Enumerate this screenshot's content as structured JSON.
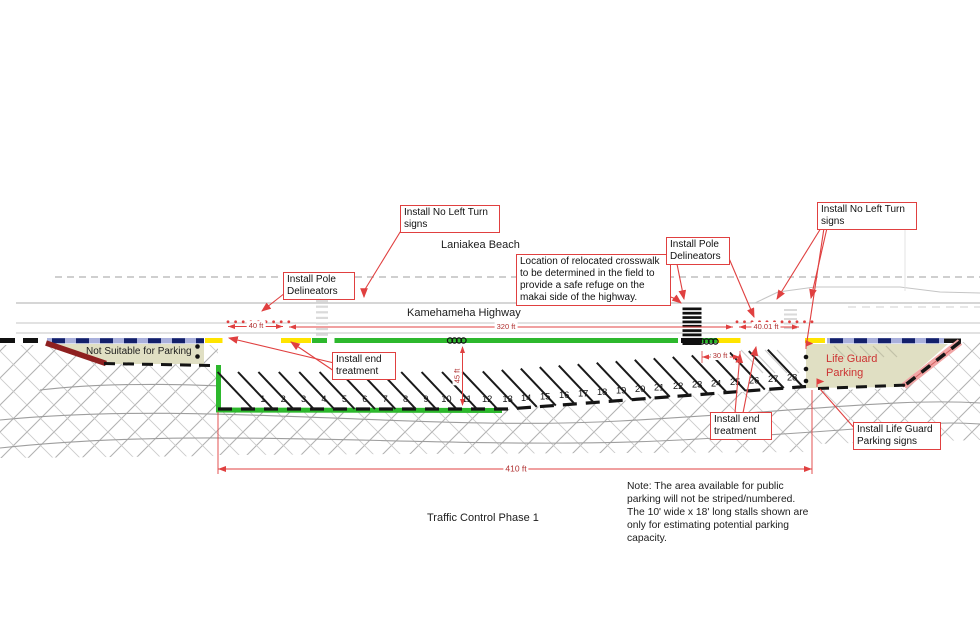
{
  "labels": {
    "beach": "Laniakea Beach",
    "highway": "Kamehameha Highway",
    "not_suitable_parking": "Not Suitable for Parking",
    "life_guard_parking": "Life Guard Parking",
    "phase_title": "Traffic Control Phase 1"
  },
  "annotations": {
    "no_left_turn_left": "Install No Left Turn signs",
    "pole_delineators_left": "Install Pole Delineators",
    "crosswalk_location": "Location of relocated crosswalk to be determined in the field to provide a safe refuge on the makai side of the highway.",
    "pole_delineators_right": "Install Pole Delineators",
    "no_left_turn_right": "Install No Left Turn signs",
    "end_treatment_left": "Install end treatment",
    "end_treatment_right": "Install end treatment",
    "life_guard_signs": "Install Life Guard Parking signs"
  },
  "dimensions": {
    "approach_left": "40 ft",
    "parking_zone": "320 ft",
    "approach_right": "40.01 ft",
    "crosswalk_offset": "30 ft",
    "parking_depth": "45 ft",
    "total_length": "410 ft"
  },
  "note": "Note: The area available for public parking will not be striped/numbered. The 10' wide x 18' long stalls shown are only for estimating potential parking capacity.",
  "stalls": {
    "numbers": [
      1,
      2,
      3,
      4,
      5,
      6,
      7,
      8,
      9,
      10,
      11,
      12,
      13,
      14,
      15,
      16,
      17,
      18,
      19,
      20,
      21,
      22,
      23,
      24,
      25,
      26,
      27,
      28
    ]
  },
  "colors": {
    "annotation_red": "#e04040",
    "marking_green": "#2db82d",
    "marking_yellow": "#ffe400",
    "band_blue": "#a9b0dc",
    "band_navy": "#13206b",
    "zone_tan": "#e0dfc3",
    "barrier_dark_red": "#8e2020",
    "barrier_pink": "#f2a6a6",
    "life_guard_text": "#cc3333"
  }
}
